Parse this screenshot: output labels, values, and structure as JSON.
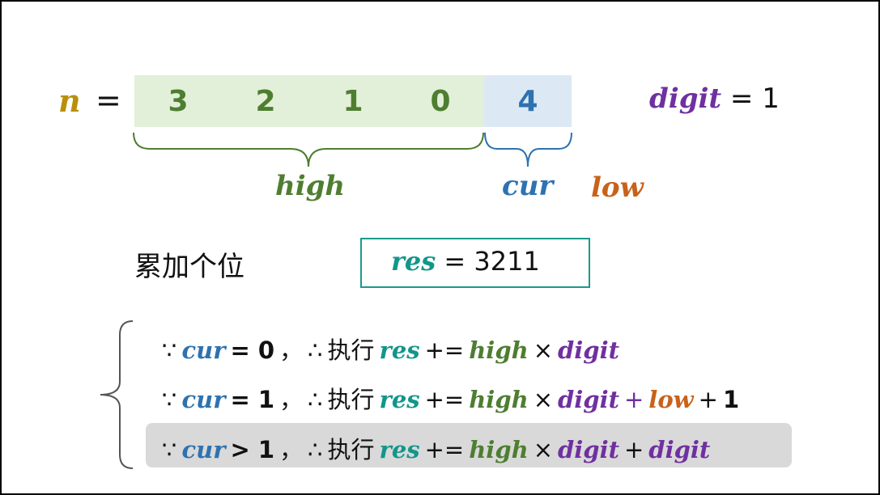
{
  "colors": {
    "n": "#b8900a",
    "high": "#4e7e30",
    "cur": "#2e72b0",
    "low": "#c8621a",
    "digit": "#7030a0",
    "res": "#12968a",
    "high_fill": "#e2efd9",
    "cur_fill": "#dce9f5",
    "highlight": "#d9d9d9"
  },
  "top": {
    "n_label": "n",
    "equals": "=",
    "high_digits": [
      "3",
      "2",
      "1",
      "0"
    ],
    "cur_digit": "4",
    "digit_label": "digit",
    "digit_value": "= 1"
  },
  "labels": {
    "high": "high",
    "cur": "cur",
    "low": "low"
  },
  "middle": {
    "text": "累加个位",
    "res_label": "res",
    "res_value": "= 3211"
  },
  "rules": [
    {
      "because": "∵",
      "cur": "cur",
      "relation": "= 0",
      "comma": "，",
      "therefore": "∴",
      "exec": "执行",
      "res": "res",
      "plus_eq": "+=",
      "high": "high",
      "times": "×",
      "digit": "digit",
      "plus1": "",
      "low": "",
      "plus2": "",
      "tail": "",
      "tail_digit": ""
    },
    {
      "because": "∵",
      "cur": "cur",
      "relation": "= 1",
      "comma": "，",
      "therefore": "∴",
      "exec": "执行",
      "res": "res",
      "plus_eq": "+=",
      "high": "high",
      "times": "×",
      "digit": "digit",
      "plus1": "+",
      "low": "low",
      "plus2": "+",
      "tail": "1",
      "tail_digit": ""
    },
    {
      "because": "∵",
      "cur": "cur",
      "relation": "> 1",
      "comma": "，",
      "therefore": "∴",
      "exec": "执行",
      "res": "res",
      "plus_eq": "+=",
      "high": "high",
      "times": "×",
      "digit": "digit",
      "plus1": "+",
      "low": "",
      "plus2": "",
      "tail": "",
      "tail_digit": "digit"
    }
  ]
}
